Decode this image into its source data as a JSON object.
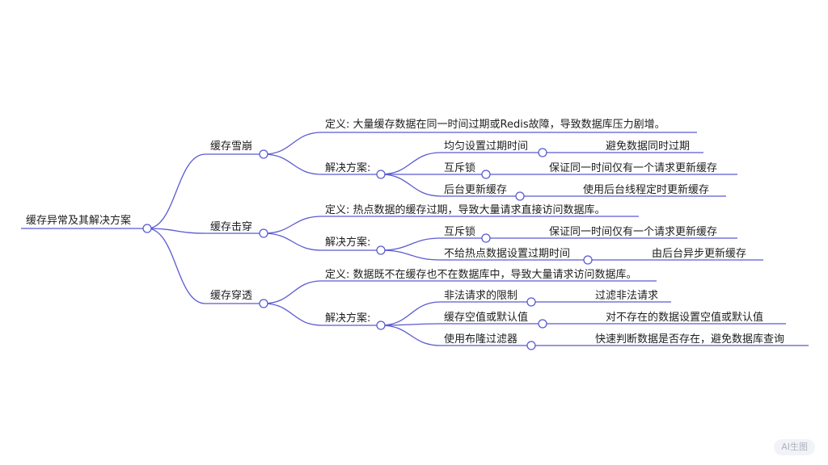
{
  "colors": {
    "line": "#5a5ad2",
    "node_fill": "#ffffff",
    "badge_text": "#b0b3bd"
  },
  "mindmap": {
    "root": "缓存异常及其解决方案",
    "branches": [
      {
        "label": "缓存雪崩",
        "definition": "定义: 大量缓存数据在同一时间过期或Redis故障，导致数据库压力剧增。",
        "solutions_label": "解决方案:",
        "solutions": [
          {
            "label": "均匀设置过期时间",
            "detail": "避免数据同时过期"
          },
          {
            "label": "互斥锁",
            "detail": "保证同一时间仅有一个请求更新缓存"
          },
          {
            "label": "后台更新缓存",
            "detail": "使用后台线程定时更新缓存"
          }
        ]
      },
      {
        "label": "缓存击穿",
        "definition": "定义: 热点数据的缓存过期，导致大量请求直接访问数据库。",
        "solutions_label": "解决方案:",
        "solutions": [
          {
            "label": "互斥锁",
            "detail": "保证同一时间仅有一个请求更新缓存"
          },
          {
            "label": "不给热点数据设置过期时间",
            "detail": "由后台异步更新缓存"
          }
        ]
      },
      {
        "label": "缓存穿透",
        "definition": "定义: 数据既不在缓存也不在数据库中，导致大量请求访问数据库。",
        "solutions_label": "解决方案:",
        "solutions": [
          {
            "label": "非法请求的限制",
            "detail": "过滤非法请求"
          },
          {
            "label": "缓存空值或默认值",
            "detail": "对不存在的数据设置空值或默认值"
          },
          {
            "label": "使用布隆过滤器",
            "detail": "快速判断数据是否存在，避免数据库查询"
          }
        ]
      }
    ]
  },
  "badge": "AI生图"
}
